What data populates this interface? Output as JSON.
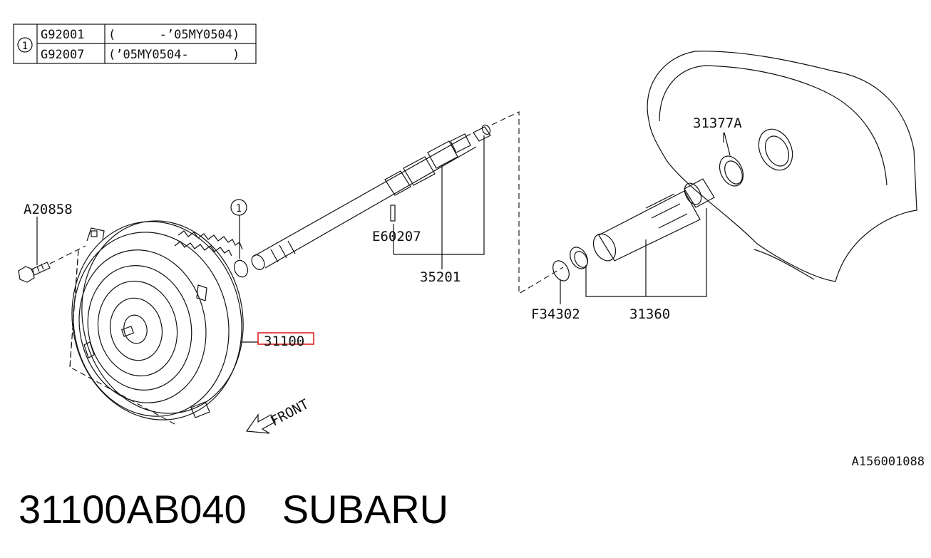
{
  "legend_table": {
    "ref_symbol": "1",
    "rows": [
      {
        "part": "G92001",
        "range": "(      -’05MY0504)"
      },
      {
        "part": "G92007",
        "range": "(’05MY0504-      )"
      }
    ]
  },
  "callouts": {
    "bolt": "A20858",
    "ref_circle": "1",
    "pin": "E60207",
    "shaft": "35201",
    "seal": "31377A",
    "plug": "F34302",
    "sleeve": "31360",
    "converter": "31100"
  },
  "front_label": "FRONT",
  "diagram_id": "A156001088",
  "caption": {
    "part_number": "31100AB040",
    "brand": "SUBARU"
  },
  "colors": {
    "line": "#111111",
    "highlight": "#e02020",
    "background": "#ffffff"
  }
}
